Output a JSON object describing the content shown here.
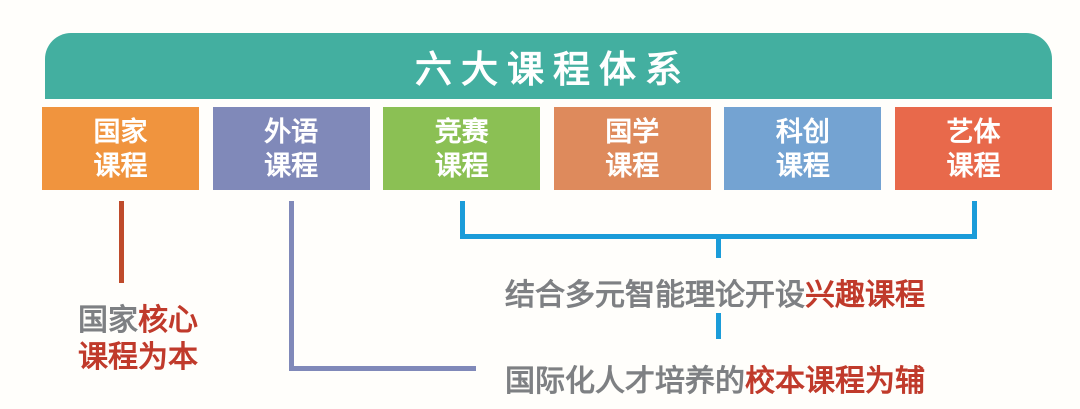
{
  "header": {
    "title": "六大课程体系"
  },
  "boxes": [
    {
      "line1": "国家",
      "line2": "课程",
      "color": "#F0943E"
    },
    {
      "line1": "外语",
      "line2": "课程",
      "color": "#8089B9"
    },
    {
      "line1": "竞赛",
      "line2": "课程",
      "color": "#8BC054"
    },
    {
      "line1": "国学",
      "line2": "课程",
      "color": "#DE8A5C"
    },
    {
      "line1": "科创",
      "line2": "课程",
      "color": "#74A3D2"
    },
    {
      "line1": "艺体",
      "line2": "课程",
      "color": "#E8694B"
    }
  ],
  "annotations": {
    "national": {
      "gray_part": "国家",
      "red_part": "核心",
      "line2": "课程为本"
    },
    "interest": {
      "gray_part": "结合多元智能理论开设",
      "red_part": "兴趣课程"
    },
    "school": {
      "gray_part": "国际化人才培养的",
      "red_part": "校本课程为辅"
    }
  },
  "colors": {
    "background": "#FFFEFB",
    "header_teal": "#43AFA0",
    "title_white": "#FFFFFF",
    "gray_text": "#7E8083",
    "red_text": "#C03A2B",
    "red_line": "#BF4B2B",
    "purple_line": "#8089B9",
    "cyan_line": "#1B9CD9"
  }
}
